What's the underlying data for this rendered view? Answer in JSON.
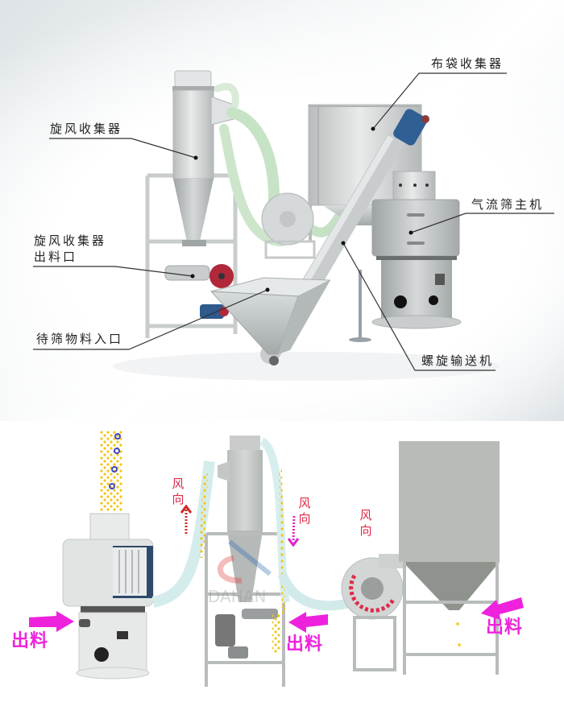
{
  "top_photo": {
    "callouts": [
      {
        "id": "cyclone-collector",
        "label": "旋风收集器"
      },
      {
        "id": "bag-collector",
        "label": "布袋收集器"
      },
      {
        "id": "airflow-sieve-main",
        "label": "气流筛主机"
      },
      {
        "id": "cyclone-outlet",
        "label_line1": "旋风收集器",
        "label_line2": "出料口"
      },
      {
        "id": "feed-inlet",
        "label": "待筛物料入口"
      },
      {
        "id": "screw-conveyor",
        "label": "螺旋输送机"
      }
    ]
  },
  "bottom_schematic": {
    "wind_direction_labels": [
      "风向",
      "风向",
      "风向"
    ],
    "discharge_labels": [
      "出料",
      "出料",
      "出料"
    ],
    "watermark": "DAHAN"
  },
  "colors": {
    "machine_gray": "#c9cccb",
    "hose_green": "#cfe8cf",
    "discharge_magenta": "#ee22dd",
    "wind_red": "#e02a4a",
    "particle_yellow": "#f5c518",
    "callout_line": "#333333"
  }
}
